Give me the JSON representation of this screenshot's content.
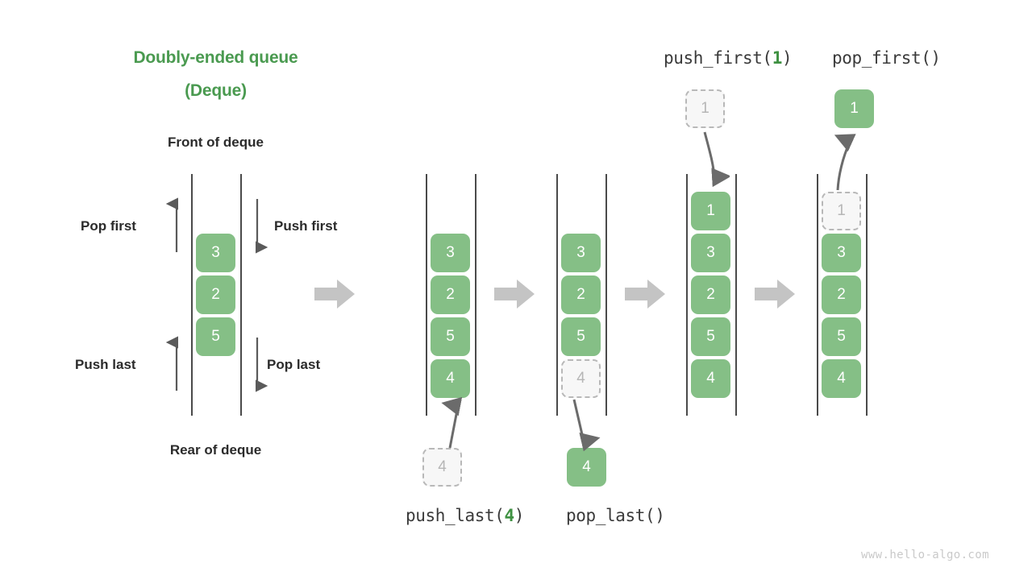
{
  "title": {
    "line1": "Doubly-ended queue",
    "line2": "(Deque)",
    "color": "#4a9a50"
  },
  "labels": {
    "front": "Front of deque",
    "rear": "Rear of deque",
    "pop_first": "Pop first",
    "push_first": "Push first",
    "push_last": "Push last",
    "pop_last": "Pop last"
  },
  "operations": {
    "push_last": {
      "name": "push_last(",
      "arg": "4",
      "close": ")"
    },
    "pop_last": {
      "name": "pop_last()",
      "arg": "",
      "close": ""
    },
    "push_first": {
      "name": "push_first(",
      "arg": "1",
      "close": ")"
    },
    "pop_first": {
      "name": "pop_first()",
      "arg": "",
      "close": ""
    }
  },
  "colors": {
    "cell_fill": "#85bf86",
    "cell_text": "#ffffff",
    "ghost_fill": "#f7f7f7",
    "ghost_border": "#b8b8b8",
    "ghost_text": "#b6b6b6",
    "rail": "#4a4a4a",
    "block_arrow": "#c4c4c4",
    "thin_arrow": "#5a5a5a",
    "title_green": "#4a9a50",
    "label_dark": "#2b2b2b"
  },
  "footer": "www.hello-algo.com",
  "chart_data": {
    "type": "diagram",
    "title": "Doubly-ended queue (Deque)",
    "stages": [
      {
        "id": "initial",
        "label": "",
        "cells": [
          "3",
          "2",
          "5"
        ],
        "ghost_index": -1,
        "external": null
      },
      {
        "id": "push_last",
        "label": "push_last(4)",
        "cells": [
          "3",
          "2",
          "5",
          "4"
        ],
        "ghost_index": -1,
        "external": {
          "value": "4",
          "state": "ghost",
          "position": "below"
        }
      },
      {
        "id": "pop_last",
        "label": "pop_last()",
        "cells": [
          "3",
          "2",
          "5",
          "4"
        ],
        "ghost_index": 3,
        "external": {
          "value": "4",
          "state": "solid",
          "position": "below"
        }
      },
      {
        "id": "push_first",
        "label": "push_first(1)",
        "cells": [
          "1",
          "3",
          "2",
          "5",
          "4"
        ],
        "ghost_index": -1,
        "external": {
          "value": "1",
          "state": "ghost",
          "position": "above"
        }
      },
      {
        "id": "pop_first",
        "label": "pop_first()",
        "cells": [
          "1",
          "3",
          "2",
          "5",
          "4"
        ],
        "ghost_index": 0,
        "external": {
          "value": "1",
          "state": "solid",
          "position": "above"
        }
      }
    ]
  },
  "cells": {
    "s1": {
      "c0": "3",
      "c1": "2",
      "c2": "5"
    },
    "s2": {
      "c0": "3",
      "c1": "2",
      "c2": "5",
      "c3": "4",
      "ext": "4"
    },
    "s3": {
      "c0": "3",
      "c1": "2",
      "c2": "5",
      "c3": "4",
      "ext": "4"
    },
    "s4": {
      "c0": "1",
      "c1": "3",
      "c2": "2",
      "c3": "5",
      "c4": "4",
      "ext": "1"
    },
    "s5": {
      "c0": "1",
      "c1": "3",
      "c2": "2",
      "c3": "5",
      "c4": "4",
      "ext": "1"
    }
  }
}
